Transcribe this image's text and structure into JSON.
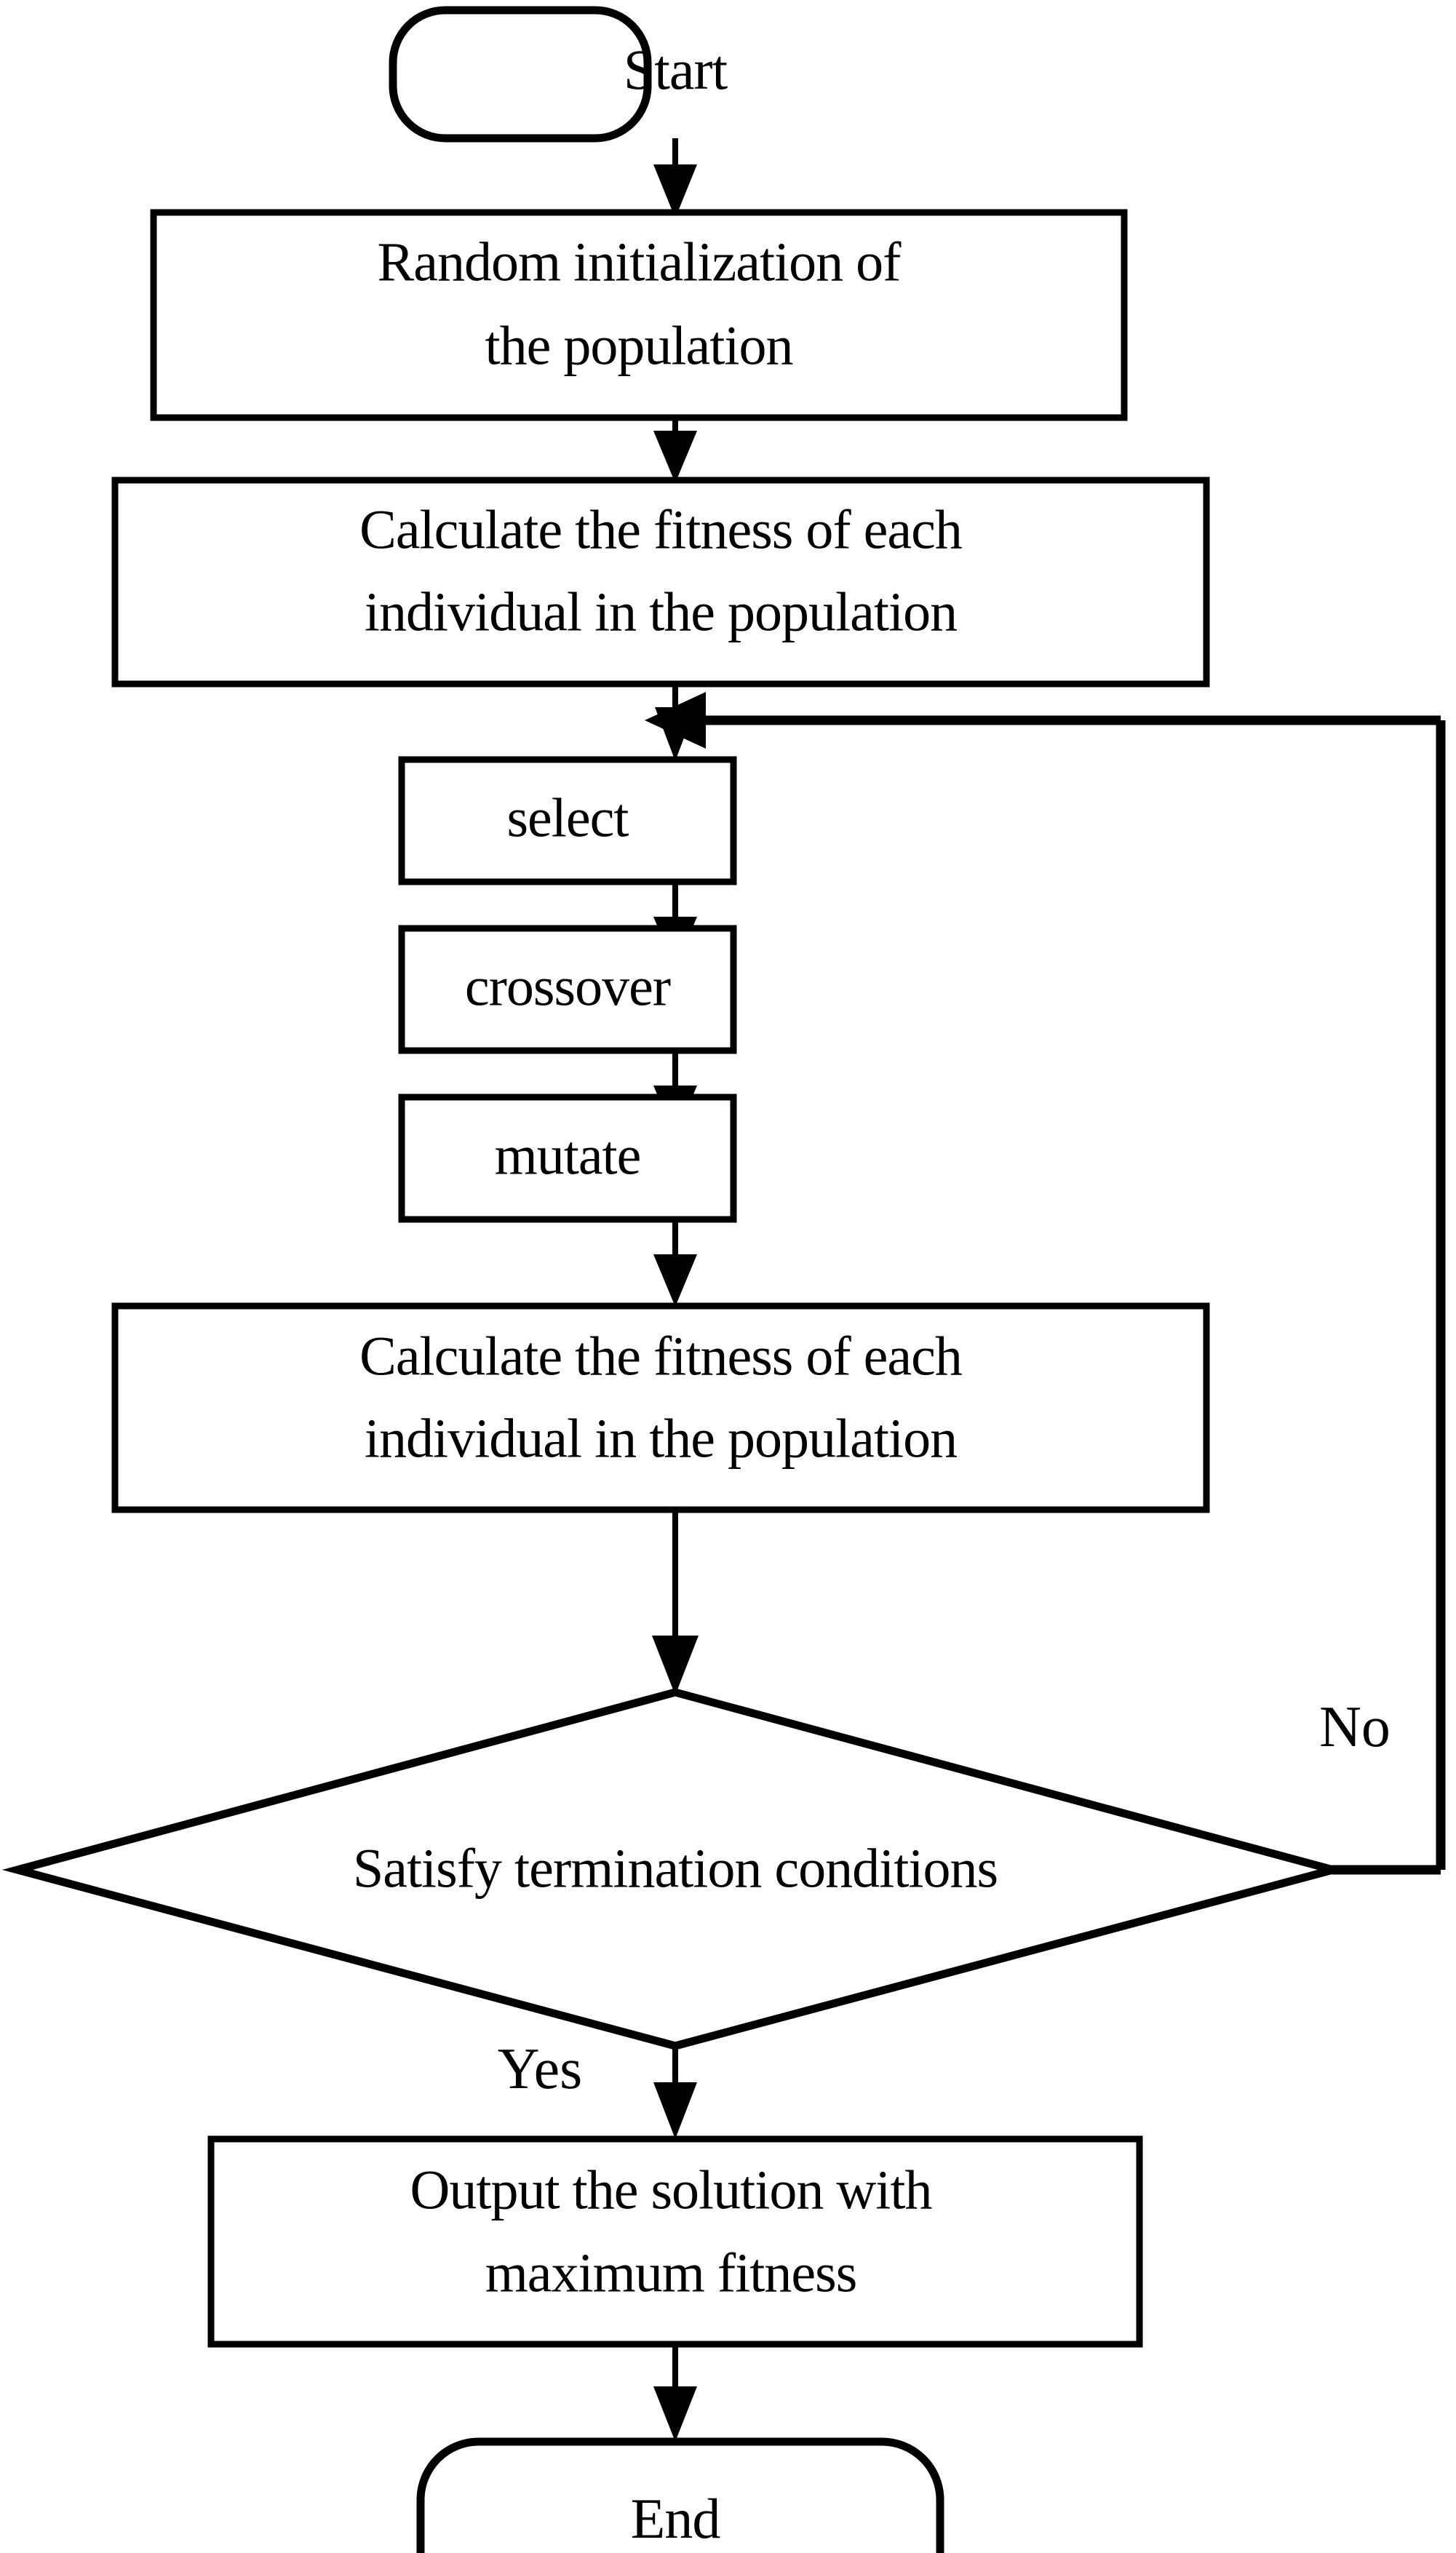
{
  "diagram": {
    "title": "Genetic algorithm flowchart",
    "type": "flowchart",
    "colors": {
      "background": "#ffffff",
      "stroke": "#000000",
      "text": "#000000",
      "fill": "#ffffff"
    },
    "nodes": [
      {
        "id": "start",
        "shape": "terminator",
        "lines": [
          "Start"
        ]
      },
      {
        "id": "init",
        "shape": "process",
        "lines": [
          "Random initialization of",
          "the population"
        ]
      },
      {
        "id": "fitness1",
        "shape": "process",
        "lines": [
          "Calculate the fitness of each",
          "individual in the population"
        ]
      },
      {
        "id": "select",
        "shape": "process",
        "lines": [
          "select"
        ]
      },
      {
        "id": "crossover",
        "shape": "process",
        "lines": [
          "crossover"
        ]
      },
      {
        "id": "mutate",
        "shape": "process",
        "lines": [
          "mutate"
        ]
      },
      {
        "id": "fitness2",
        "shape": "process",
        "lines": [
          "Calculate the fitness of each",
          "individual in the population"
        ]
      },
      {
        "id": "decision",
        "shape": "decision",
        "lines": [
          "Satisfy termination conditions"
        ]
      },
      {
        "id": "output",
        "shape": "process",
        "lines": [
          "Output the solution with",
          "maximum fitness"
        ]
      },
      {
        "id": "end",
        "shape": "terminator",
        "lines": [
          "End"
        ]
      }
    ],
    "edge_labels": {
      "no": "No",
      "yes": "Yes"
    },
    "edges": [
      {
        "from": "start",
        "to": "init",
        "label": ""
      },
      {
        "from": "init",
        "to": "fitness1",
        "label": ""
      },
      {
        "from": "fitness1",
        "to": "select",
        "label": ""
      },
      {
        "from": "select",
        "to": "crossover",
        "label": ""
      },
      {
        "from": "crossover",
        "to": "mutate",
        "label": ""
      },
      {
        "from": "mutate",
        "to": "fitness2",
        "label": ""
      },
      {
        "from": "fitness2",
        "to": "decision",
        "label": ""
      },
      {
        "from": "decision",
        "to": "select",
        "label": "No"
      },
      {
        "from": "decision",
        "to": "output",
        "label": "Yes"
      },
      {
        "from": "output",
        "to": "end",
        "label": ""
      }
    ]
  }
}
